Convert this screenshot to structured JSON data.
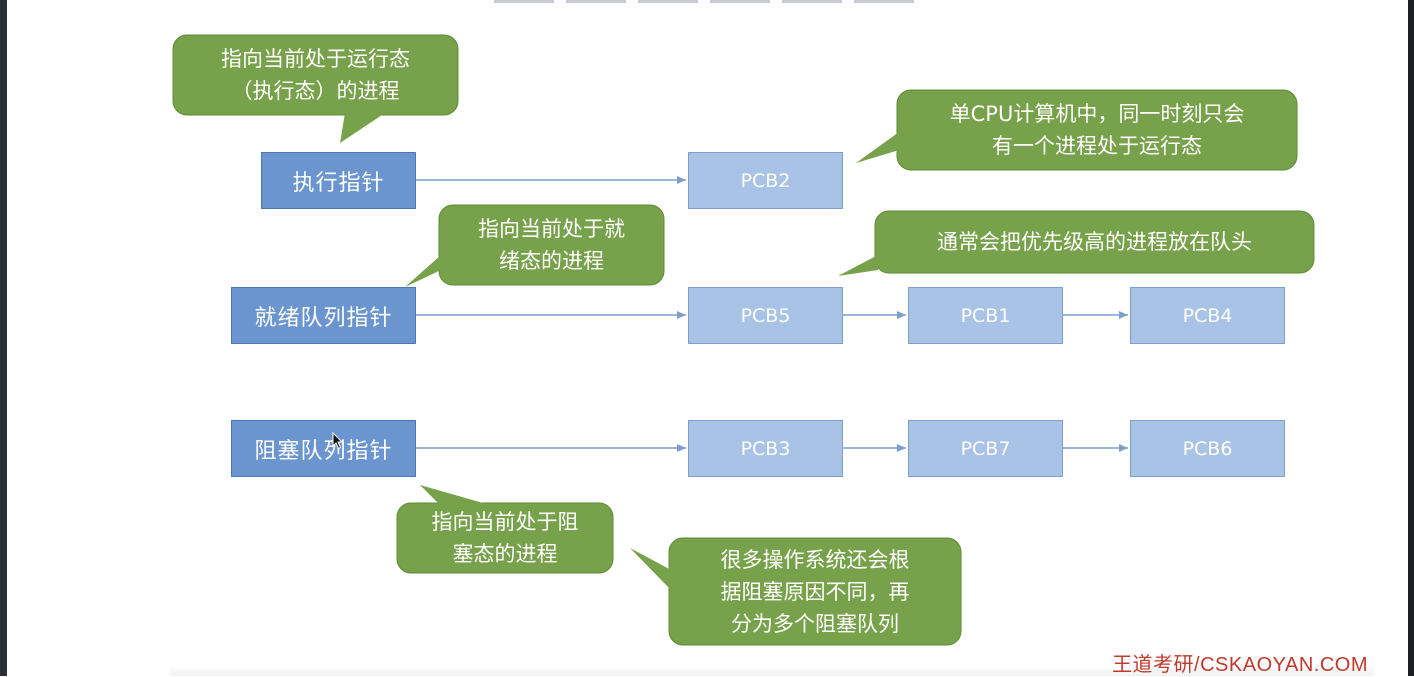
{
  "pointers": {
    "running": "执行指针",
    "ready": "就绪队列指针",
    "blocked": "阻塞队列指针"
  },
  "pcbs": {
    "running": [
      "PCB2"
    ],
    "ready": [
      "PCB5",
      "PCB1",
      "PCB4"
    ],
    "blocked": [
      "PCB3",
      "PCB7",
      "PCB6"
    ]
  },
  "callouts": {
    "running_pointer": [
      "指向当前处于运行态",
      "（执行态）的进程"
    ],
    "single_cpu": [
      "单CPU计算机中，同一时刻只会",
      "有一个进程处于运行态"
    ],
    "ready_pointer": [
      "指向当前处于就",
      "绪态的进程"
    ],
    "priority": [
      "通常会把优先级高的进程放在队头"
    ],
    "blocked_pointer": [
      "指向当前处于阻",
      "塞态的进程"
    ],
    "multi_blocked": [
      "很多操作系统还会根",
      "据阻塞原因不同，再",
      "分为多个阻塞队列"
    ]
  },
  "watermark": "王道考研/CSKAOYAN.COM",
  "colors": {
    "pointer_box": "#6b95cf",
    "pcb_box": "#a9c3e6",
    "callout": "#77a14a",
    "arrow": "#7f9fcb",
    "watermark": "#c0392b"
  }
}
